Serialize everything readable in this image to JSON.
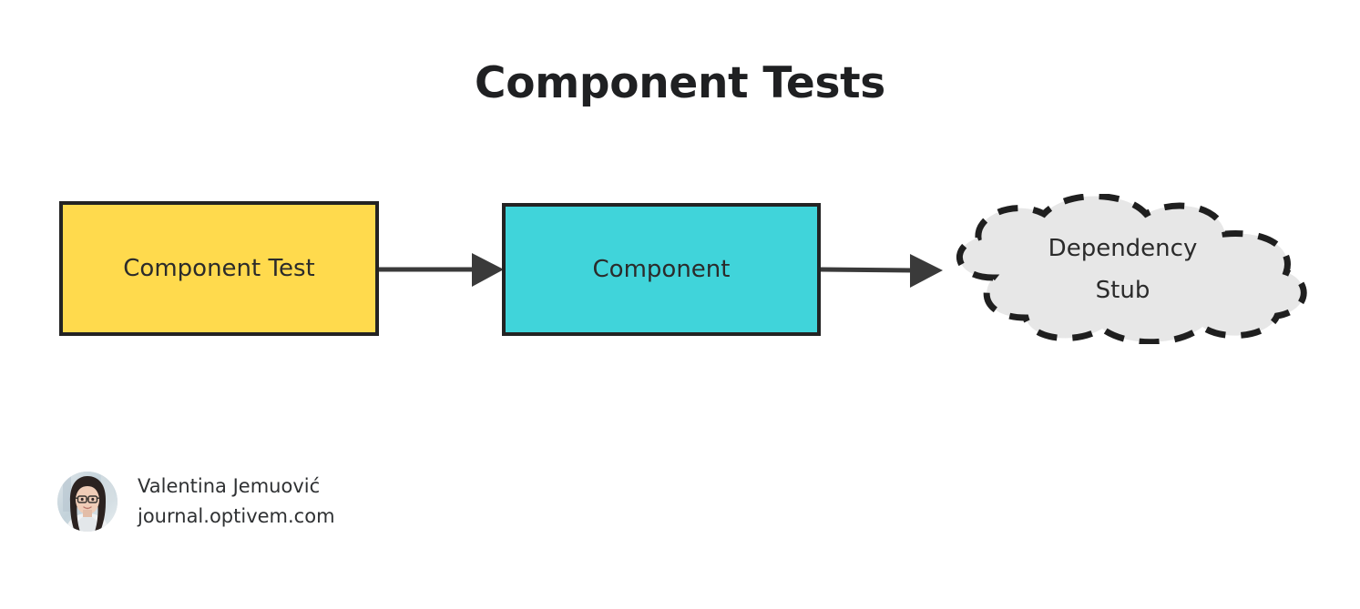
{
  "page": {
    "title": "Component Tests",
    "background_color": "#ffffff"
  },
  "diagram": {
    "type": "flow",
    "direction": "left-to-right",
    "nodes": [
      {
        "id": "component-test",
        "label": "Component Test",
        "shape": "rectangle",
        "fill": "#FFDA4D",
        "stroke": "#232323",
        "text_color": "#2b2b2b"
      },
      {
        "id": "component",
        "label": "Component",
        "shape": "rectangle",
        "fill": "#40D4DA",
        "stroke": "#232323",
        "text_color": "#2b2b2b"
      },
      {
        "id": "dependency-stub",
        "label_line1": "Dependency",
        "label_line2": "Stub",
        "shape": "cloud",
        "stroke_style": "dashed",
        "fill": "#E7E7E7",
        "stroke": "#1f1f1f",
        "text_color": "#2b2b2b"
      }
    ],
    "edges": [
      {
        "id": "edge-test-to-component",
        "from": "component-test",
        "to": "component",
        "label": "",
        "arrow": "solid-triangle",
        "color": "#3a3a3a"
      },
      {
        "id": "edge-component-to-stub",
        "from": "component",
        "to": "dependency-stub",
        "label": "",
        "arrow": "solid-triangle",
        "color": "#3a3a3a"
      }
    ]
  },
  "byline": {
    "author": "Valentina Jemuović",
    "site": "journal.optivem.com",
    "avatar_alt": "author-avatar"
  }
}
